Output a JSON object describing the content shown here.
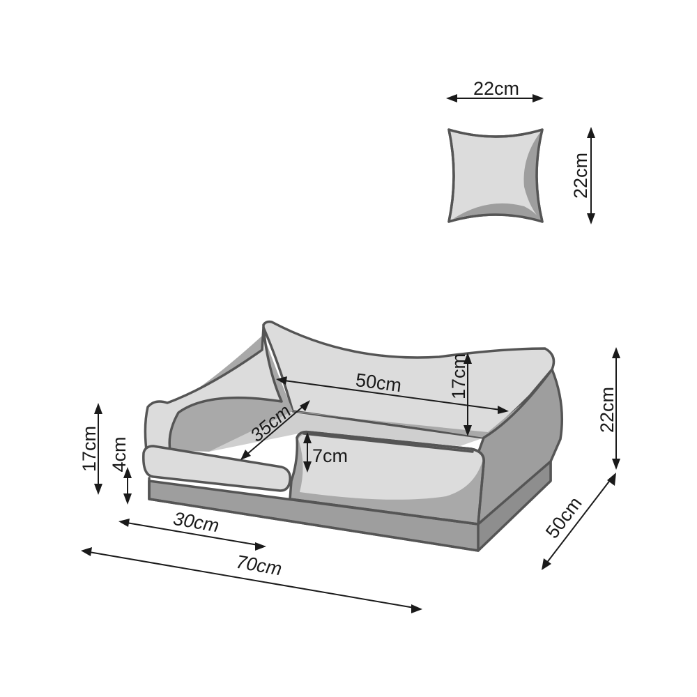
{
  "pillow": {
    "width_label": "22cm",
    "height_label": "22cm"
  },
  "bed": {
    "inner_length_label": "50cm",
    "back_height_label": "17cm",
    "inner_depth_label": "35cm",
    "front_lip_label": "7cm",
    "side_height_label": "17cm",
    "base_height_label": "4cm",
    "front_opening_label": "30cm",
    "total_length_label": "70cm",
    "total_width_label": "50cm",
    "total_height_label": "22cm"
  },
  "colors": {
    "outline": "#555555",
    "light_fabric": "#dcdcdc",
    "mid_fabric": "#a9a9a9",
    "dark_fabric": "#8e8e8e",
    "base": "#9e9e9e",
    "text": "#1a1a1a"
  }
}
